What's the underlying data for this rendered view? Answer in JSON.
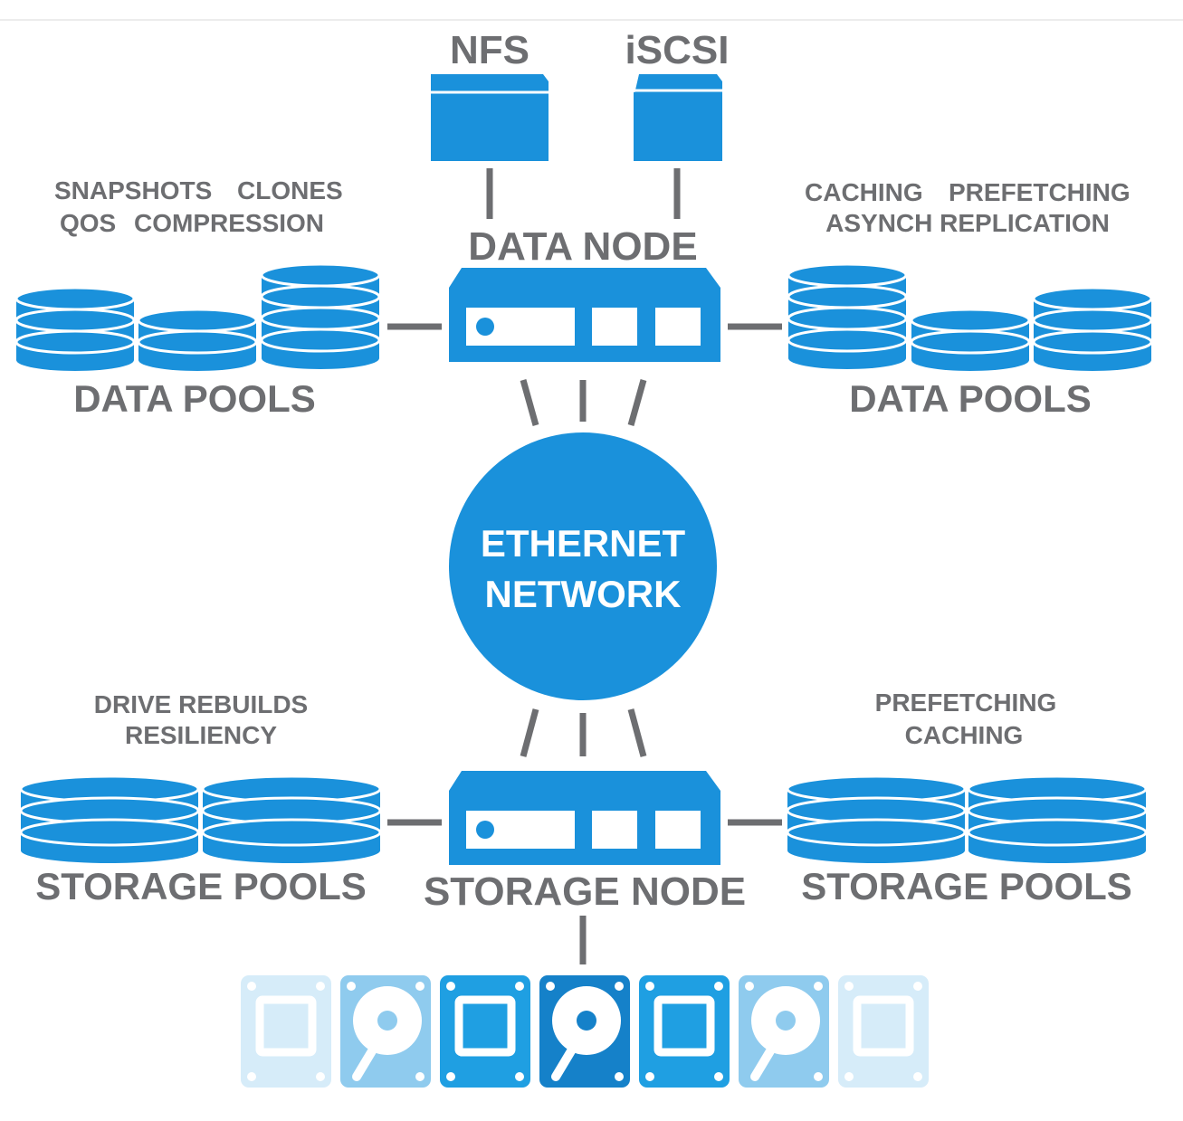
{
  "colors": {
    "blue": "#1a91db",
    "dark_blue": "#1581c9",
    "gray": "#6d6e71",
    "white": "#ffffff"
  },
  "protocols": {
    "nfs_label": "NFS",
    "iscsi_label": "iSCSI"
  },
  "data_node": {
    "label": "DATA NODE",
    "left_features": [
      "SNAPSHOTS",
      "CLONES",
      "QOS",
      "COMPRESSION"
    ],
    "right_features": [
      "CACHING",
      "PREFETCHING",
      "ASYNCH REPLICATION"
    ],
    "left_pools_label": "DATA POOLS",
    "right_pools_label": "DATA POOLS"
  },
  "network": {
    "line1": "ETHERNET",
    "line2": "NETWORK"
  },
  "storage_node": {
    "label": "STORAGE NODE",
    "left_features": [
      "DRIVE REBUILDS",
      "RESILIENCY"
    ],
    "right_features": [
      "PREFETCHING",
      "CACHING"
    ],
    "left_pools_label": "STORAGE POOLS",
    "right_pools_label": "STORAGE POOLS"
  },
  "drives": [
    {
      "kind": "ssd",
      "shade": "#d6ecf9"
    },
    {
      "kind": "hdd",
      "shade": "#8fcbee"
    },
    {
      "kind": "ssd",
      "shade": "#1f9fe2"
    },
    {
      "kind": "hdd",
      "shade": "#1581c9"
    },
    {
      "kind": "ssd",
      "shade": "#1f9fe2"
    },
    {
      "kind": "hdd",
      "shade": "#8fcbee"
    },
    {
      "kind": "ssd",
      "shade": "#d6ecf9"
    }
  ]
}
